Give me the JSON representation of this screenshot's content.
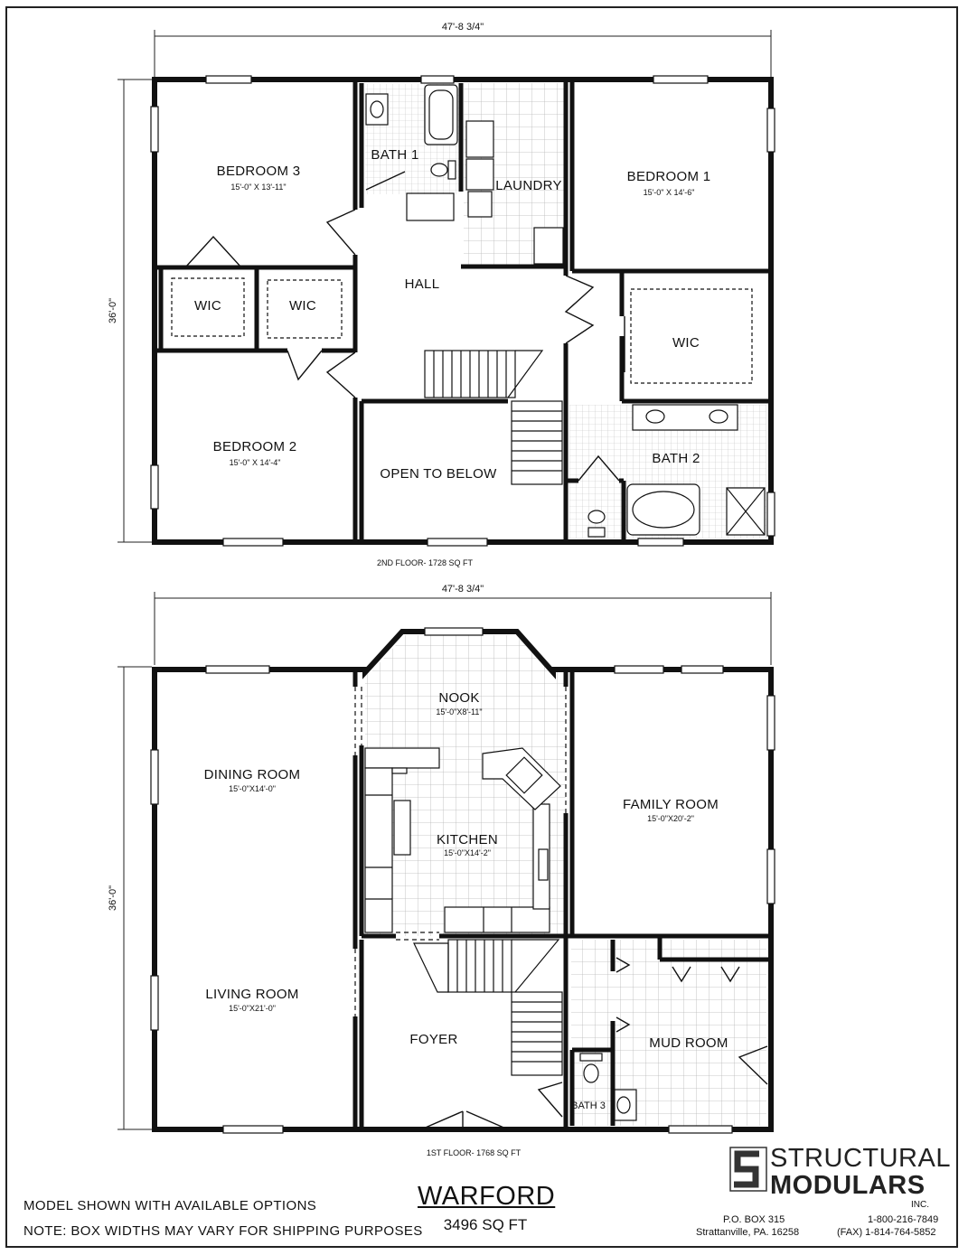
{
  "upper": {
    "width_dim": "47'-8 3/4\"",
    "depth_dim": "36'-0\"",
    "caption": "2ND FLOOR- 1728 SQ FT",
    "rooms": [
      {
        "name": "BEDROOM 3",
        "size": "15'-0\" X 13'-11\""
      },
      {
        "name": "BATH 1",
        "size": ""
      },
      {
        "name": "LAUNDRY",
        "size": ""
      },
      {
        "name": "BEDROOM 1",
        "size": "15'-0\" X 14'-6\""
      },
      {
        "name": "WIC",
        "size": ""
      },
      {
        "name": "WIC",
        "size": ""
      },
      {
        "name": "HALL",
        "size": ""
      },
      {
        "name": "WIC",
        "size": ""
      },
      {
        "name": "BEDROOM 2",
        "size": "15'-0\" X 14'-4\""
      },
      {
        "name": "OPEN TO BELOW",
        "size": ""
      },
      {
        "name": "BATH 2",
        "size": ""
      }
    ]
  },
  "lower": {
    "width_dim": "47'-8 3/4\"",
    "depth_dim": "36'-0\"",
    "caption": "1ST FLOOR- 1768 SQ FT",
    "rooms": [
      {
        "name": "NOOK",
        "size": "15'-0\"X8'-11\""
      },
      {
        "name": "DINING ROOM",
        "size": "15'-0\"X14'-0\""
      },
      {
        "name": "KITCHEN",
        "size": "15'-0\"X14'-2\""
      },
      {
        "name": "FAMILY ROOM",
        "size": "15'-0\"X20'-2\""
      },
      {
        "name": "LIVING ROOM",
        "size": "15'-0\"X21'-0\""
      },
      {
        "name": "FOYER",
        "size": ""
      },
      {
        "name": "MUD ROOM",
        "size": ""
      },
      {
        "name": "BATH 3",
        "size": ""
      }
    ]
  },
  "notes": [
    "MODEL SHOWN WITH AVAILABLE OPTIONS",
    "NOTE: BOX WIDTHS MAY VARY FOR SHIPPING PURPOSES"
  ],
  "model": {
    "name": "WARFORD",
    "sqft": "3496 SQ FT"
  },
  "company": {
    "line1": "STRUCTURAL",
    "line2": "MODULARS",
    "suffix": "INC.",
    "address1": "P.O. BOX 315",
    "address2": "Strattanville, PA.  16258",
    "phone": "1-800-216-7849",
    "fax": "(FAX) 1-814-764-5852",
    "logo": "structural-modulars-logo"
  }
}
